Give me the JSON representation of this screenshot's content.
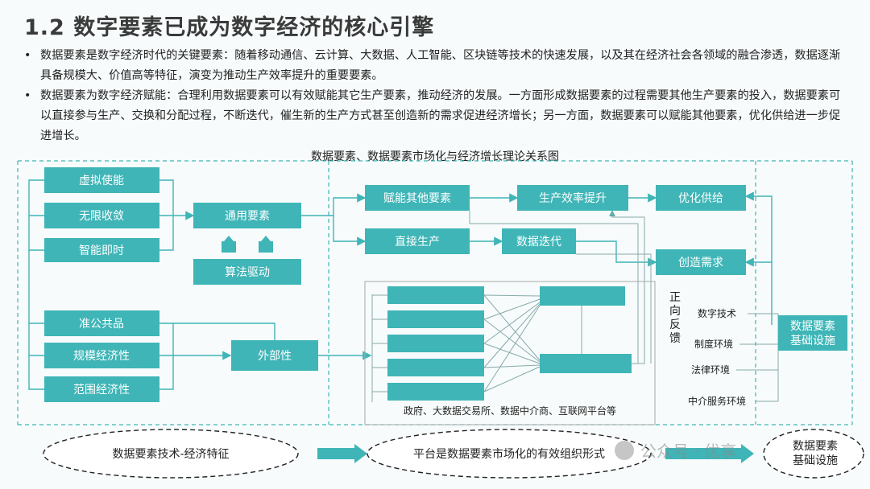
{
  "title": "1.2 数字要素已成为数字经济的核心引擎",
  "bullets": [
    "数据要素是数字经济时代的关键要素：随着移动通信、云计算、大数据、人工智能、区块链等技术的快速发展，以及其在经济社会各领域的融合渗透，数据逐渐具备规模大、价值高等特征，演变为推动生产效率提升的重要要素。",
    "数据要素为数字经济赋能：合理利用数据要素可以有效赋能其它生产要素，推动经济的发展。一方面形成数据要素的过程需要其他生产要素的投入，数据要素可以直接参与生产、交换和分配过程，不断迭代，催生新的生产方式甚至创造新的需求促进经济增长；另一方面，数据要素可以赋能其他要素，优化供给进一步促进增长。"
  ],
  "diagram": {
    "title": "数据要素、数据要素市场化与经济增长理论关系图",
    "left_boxes": [
      "虚拟使能",
      "无限收敛",
      "智能即时",
      "准公共品",
      "规模经济性",
      "范围经济性"
    ],
    "general": "通用要素",
    "algorithm": "算法驱动",
    "external": "外部性",
    "empower": "赋能其他要素",
    "direct": "直接生产",
    "efficiency": "生产效率提升",
    "iteration": "数据迭代",
    "supply": "优化供给",
    "demand": "创造需求",
    "positive_feedback": "正向反馈",
    "right_labels": [
      "数字技术",
      "制度环境",
      "法律环境",
      "中介服务环境"
    ],
    "infra": "数据要素基础设施",
    "platform_caption": "政府、大数据交易所、数据中介商、互联网平台等",
    "oval_left": "数据要素技术-经济特征",
    "oval_mid": "平台是数据要素市场化的有效组织形式",
    "oval_right": "数据要素基础设施",
    "watermark": "公众号 · 优享"
  },
  "colors": {
    "box": "#3fb5b7",
    "text": "#222222"
  }
}
